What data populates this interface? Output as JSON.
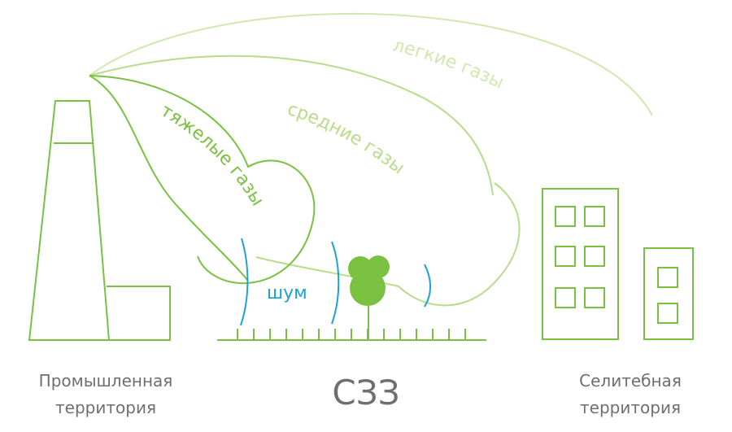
{
  "diagram": {
    "gas_labels": {
      "light": "легкие газы",
      "medium": "средние газы",
      "heavy": "тяжелые газы"
    },
    "noise_label": "шум",
    "zones": {
      "industrial": {
        "line1": "Промышленная",
        "line2": "территория"
      },
      "buffer": "СЗЗ",
      "residential": {
        "line1": "Селитебная",
        "line2": "территория"
      }
    },
    "colors": {
      "heavy_gas": "#7ac142",
      "medium_gas": "#b7dc8a",
      "light_gas": "#cfe8b0",
      "noise": "#1ba3d6",
      "tree": "#7ac142",
      "buildings": "#7ac142",
      "caption_text": "#6f6f6f"
    }
  }
}
